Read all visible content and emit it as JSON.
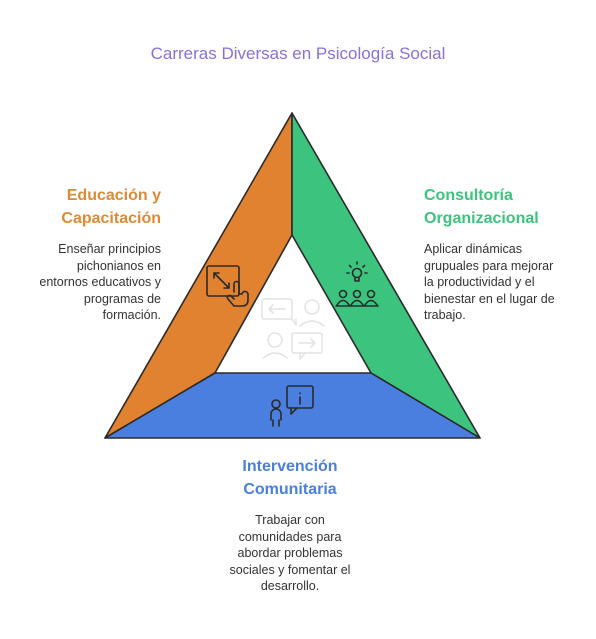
{
  "title": "Carreras Diversas en Psicología Social",
  "colors": {
    "orange": "#E08A35",
    "green": "#3CC47E",
    "blue": "#4A7FE0",
    "title": "#8A6FE0"
  },
  "sections": {
    "education": {
      "title_lines": [
        "Educación y",
        "Capacitación"
      ],
      "body_lines": [
        "Enseñar principios",
        "pichonianos en",
        "entornos educativos y",
        "programas de",
        "formación."
      ],
      "icon": "touch-screen-icon"
    },
    "consulting": {
      "title_lines": [
        "Consultoría",
        "Organizacional"
      ],
      "body_lines": [
        "Aplicar dinámicas",
        "grupuales para mejorar",
        "la productividad y el",
        "bienestar en el lugar de",
        "trabajo."
      ],
      "icon": "team-idea-icon"
    },
    "community": {
      "title_lines": [
        "Intervención",
        "Comunitaria"
      ],
      "body_lines": [
        "Trabajar con",
        "comunidades para",
        "abordar problemas",
        "sociales y fomentar el",
        "desarrollo."
      ],
      "icon": "person-info-icon"
    }
  },
  "center_icon": "conversation-icon"
}
